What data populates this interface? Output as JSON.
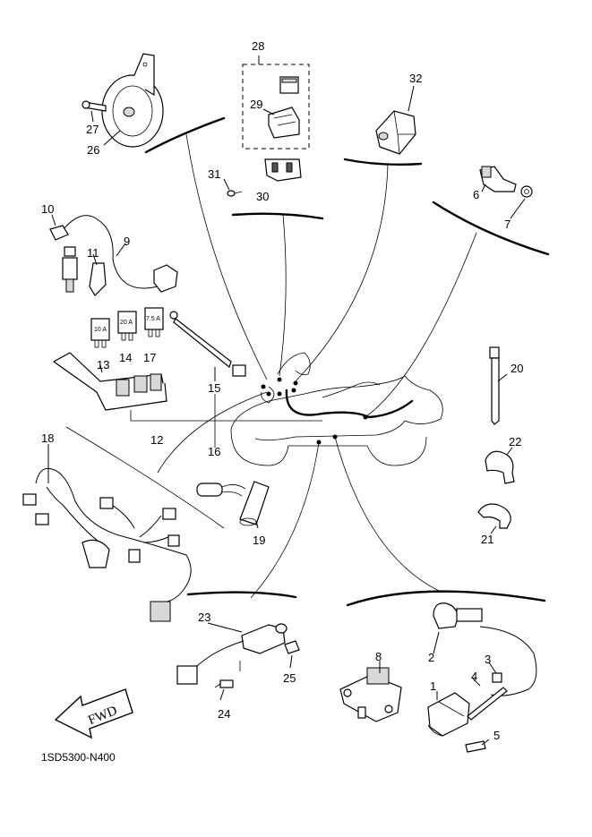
{
  "diagram_code": "1SD5300-N400",
  "fwd_label": "FWD",
  "callouts": {
    "c1": "1",
    "c2": "2",
    "c3": "3",
    "c4": "4",
    "c5": "5",
    "c6": "6",
    "c7": "7",
    "c8": "8",
    "c9": "9",
    "c10": "10",
    "c11": "11",
    "c12": "12",
    "c13": "13",
    "c14": "14",
    "c15": "15",
    "c16": "16",
    "c17": "17",
    "c18": "18",
    "c19": "19",
    "c20": "20",
    "c21": "21",
    "c22": "22",
    "c23": "23",
    "c24": "24",
    "c25": "25",
    "c26": "26",
    "c27": "27",
    "c28": "28",
    "c29": "29",
    "c30": "30",
    "c31": "31",
    "c32": "32"
  },
  "fuse_labels": {
    "f13": "10 A",
    "f14": "20 A",
    "f17": "7.5 A"
  }
}
